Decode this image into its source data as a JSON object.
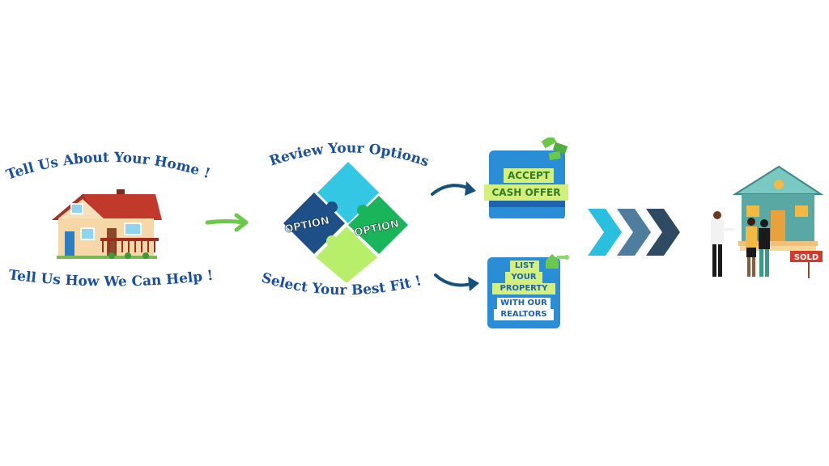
{
  "step1": {
    "top_text": "Tell Us About  Your Home !",
    "bottom_text": "Tell Us  How We Can  Help !"
  },
  "step2": {
    "top_text": "Review Your Options",
    "bottom_text": "Select Your Best Fit !",
    "piece_left_label": "OPTION",
    "piece_right_label": "OPTION"
  },
  "option_cash": {
    "line1": "ACCEPT",
    "line2": "CASH OFFER"
  },
  "option_list": {
    "line1": "LIST",
    "line2": "YOUR",
    "line3": "PROPERTY",
    "line4": "WITH OUR",
    "line5": "REALTORS"
  },
  "final": {
    "sold_sign": "SOLD"
  },
  "colors": {
    "title_blue": "#1a4fa0",
    "green_arrow": "#6cc84a",
    "dark_arrow": "#16517a",
    "chevron1": "#29c0e0",
    "chevron2": "#4f7d9e",
    "chevron3": "#2f4a63",
    "puzzle_top": "#33c7e3",
    "puzzle_left": "#1e4f86",
    "puzzle_right": "#1ab45a",
    "puzzle_bottom": "#b7ef6a"
  }
}
